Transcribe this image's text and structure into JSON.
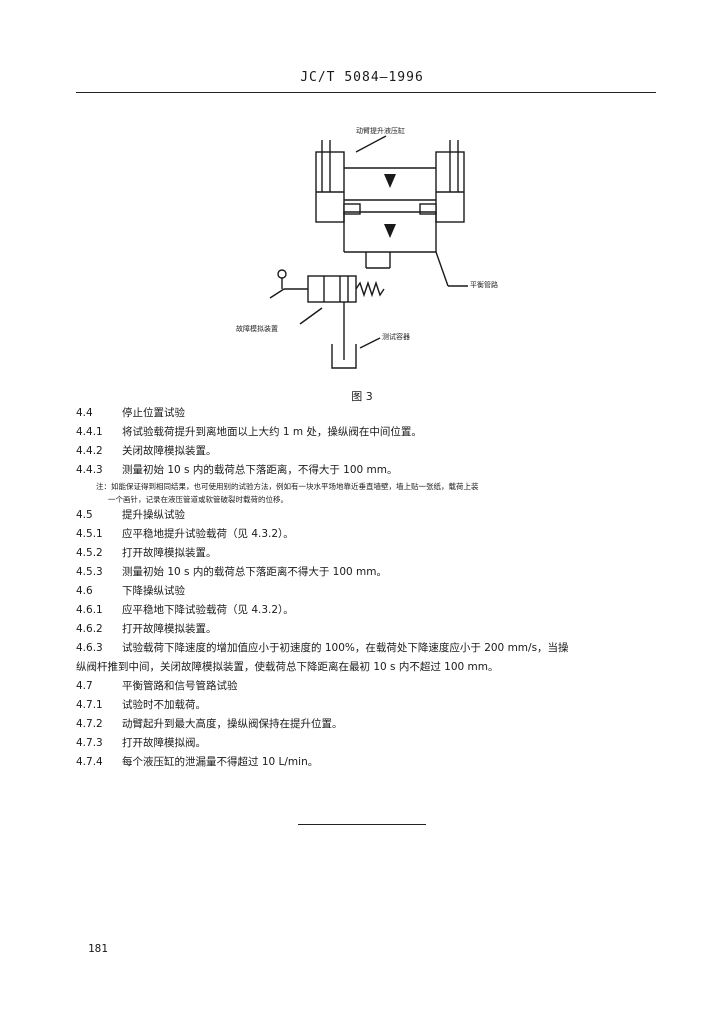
{
  "header": {
    "doc_number": "JC/T 5084—1996"
  },
  "figure": {
    "labels": {
      "cylinder": "动臂提升液压缸",
      "balance_pipe": "平衡管路",
      "fault_sim": "故障模拟装置",
      "measuring_cup": "测试容器"
    },
    "caption": "图 3"
  },
  "sections": [
    {
      "num": "4.4",
      "text": "停止位置试验",
      "level": 1
    },
    {
      "num": "4.4.1",
      "text": "将试验载荷提升到离地面以上大约 1 m 处，操纵阀在中间位置。",
      "level": 2
    },
    {
      "num": "4.4.2",
      "text": "关闭故障模拟装置。",
      "level": 2
    },
    {
      "num": "4.4.3",
      "text": "测量初始 10 s 内的载荷总下落距离，不得大于 100 mm。",
      "level": 2
    }
  ],
  "note": {
    "line1": "注：如能保证得到相同结果，也可使用别的试验方法，例如有一块水平场地靠近垂直墙壁，墙上贴一张纸，载荷上装",
    "line2": "一个画针，记录在液压管道或软管破裂时载荷的位移。"
  },
  "sections2": [
    {
      "num": "4.5",
      "text": "提升操纵试验",
      "level": 1
    },
    {
      "num": "4.5.1",
      "text": "应平稳地提升试验载荷（见 4.3.2）。",
      "level": 2
    },
    {
      "num": "4.5.2",
      "text": "打开故障模拟装置。",
      "level": 2
    },
    {
      "num": "4.5.3",
      "text": "测量初始 10 s 内的载荷总下落距离不得大于 100 mm。",
      "level": 2
    },
    {
      "num": "4.6",
      "text": "下降操纵试验",
      "level": 1
    },
    {
      "num": "4.6.1",
      "text": "应平稳地下降试验载荷（见 4.3.2）。",
      "level": 2
    },
    {
      "num": "4.6.2",
      "text": "打开故障模拟装置。",
      "level": 2
    }
  ],
  "para_463": {
    "num": "4.6.3",
    "line1": "试验载荷下降速度的增加值应小于初速度的 100%，在载荷处下降速度应小于 200 mm/s，当操",
    "line2": "纵阀杆推到中间，关闭故障模拟装置，使载荷总下降距离在最初 10 s 内不超过 100 mm。"
  },
  "sections3": [
    {
      "num": "4.7",
      "text": "平衡管路和信号管路试验",
      "level": 1
    },
    {
      "num": "4.7.1",
      "text": "试验时不加载荷。",
      "level": 2
    },
    {
      "num": "4.7.2",
      "text": "动臂起升到最大高度，操纵阀保持在提升位置。",
      "level": 2
    },
    {
      "num": "4.7.3",
      "text": "打开故障模拟阀。",
      "level": 2
    },
    {
      "num": "4.7.4",
      "text": "每个液压缸的泄漏量不得超过 10 L/min。",
      "level": 2
    }
  ],
  "footer": {
    "page": "181"
  }
}
